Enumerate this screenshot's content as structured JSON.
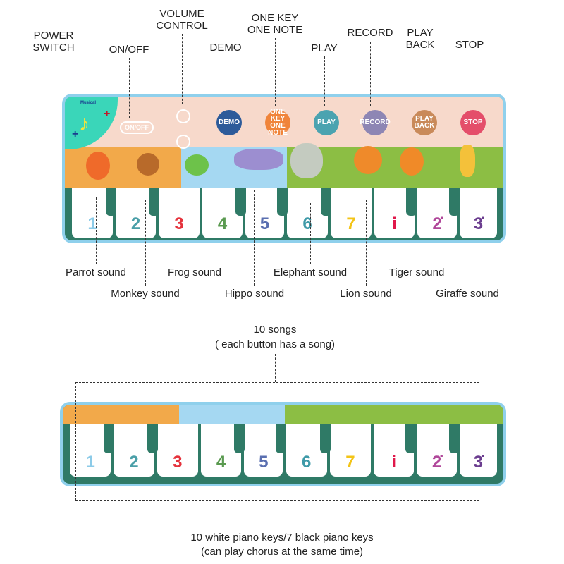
{
  "callouts": {
    "power_switch": "POWER\nSWITCH",
    "on_off": "ON/OFF",
    "volume_control": "VOLUME\nCONTROL",
    "demo": "DEMO",
    "one_key_one_note": "ONE KEY\nONE NOTE",
    "play": "PLAY",
    "record": "RECORD",
    "play_back": "PLAY\nBACK",
    "stop": "STOP"
  },
  "sounds": [
    "Parrot sound",
    "Monkey sound",
    "Frog sound",
    "Hippo sound",
    "Elephant sound",
    "Lion sound",
    "Tiger sound",
    "Giraffe sound"
  ],
  "mat": {
    "brand": "Musical",
    "buttons": [
      {
        "label": "DEMO",
        "color": "#2d5b9a"
      },
      {
        "label": "ONE KEY ONE NOTE",
        "color": "#f0843a"
      },
      {
        "label": "PLAY",
        "color": "#4ba3b0"
      },
      {
        "label": "RECORD",
        "color": "#8e86b4"
      },
      {
        "label": "PLAY BACK",
        "color": "#c98a5a"
      },
      {
        "label": "STOP",
        "color": "#e44e6a"
      }
    ],
    "on_off_label": "ON/OFF",
    "keys": [
      {
        "n": "1",
        "color": "#8ccbe8"
      },
      {
        "n": "2",
        "color": "#4a9fa8"
      },
      {
        "n": "3",
        "color": "#e5323c"
      },
      {
        "n": "4",
        "color": "#5a9a50"
      },
      {
        "n": "5",
        "color": "#5a6fb0"
      },
      {
        "n": "6",
        "color": "#3f9aa8"
      },
      {
        "n": "7",
        "color": "#f3c417"
      },
      {
        "n": "i",
        "color": "#e0174a"
      },
      {
        "n": "2̇",
        "color": "#b0479a"
      },
      {
        "n": "3̇",
        "color": "#6b3d8f"
      }
    ]
  },
  "songs_note": {
    "line1": "10 songs",
    "line2": "( each button has a song)"
  },
  "keys_note": {
    "line1": "10 white piano keys/7 black piano keys",
    "line2": "(can play chorus at the same time)"
  }
}
